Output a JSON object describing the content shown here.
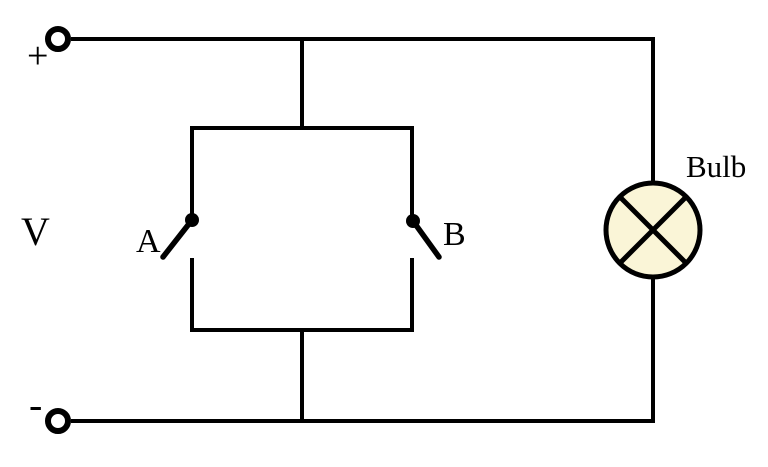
{
  "diagram": {
    "type": "circuit-diagram",
    "labels": {
      "positive_terminal": "+",
      "negative_terminal": "-",
      "voltage_source": "V",
      "switch_a": "A",
      "switch_b": "B",
      "bulb": "Bulb"
    },
    "colors": {
      "wire": "#000000",
      "bulb_fill": "#FAF5D7",
      "bulb_stroke": "#000000",
      "background": "#FFFFFF"
    }
  }
}
